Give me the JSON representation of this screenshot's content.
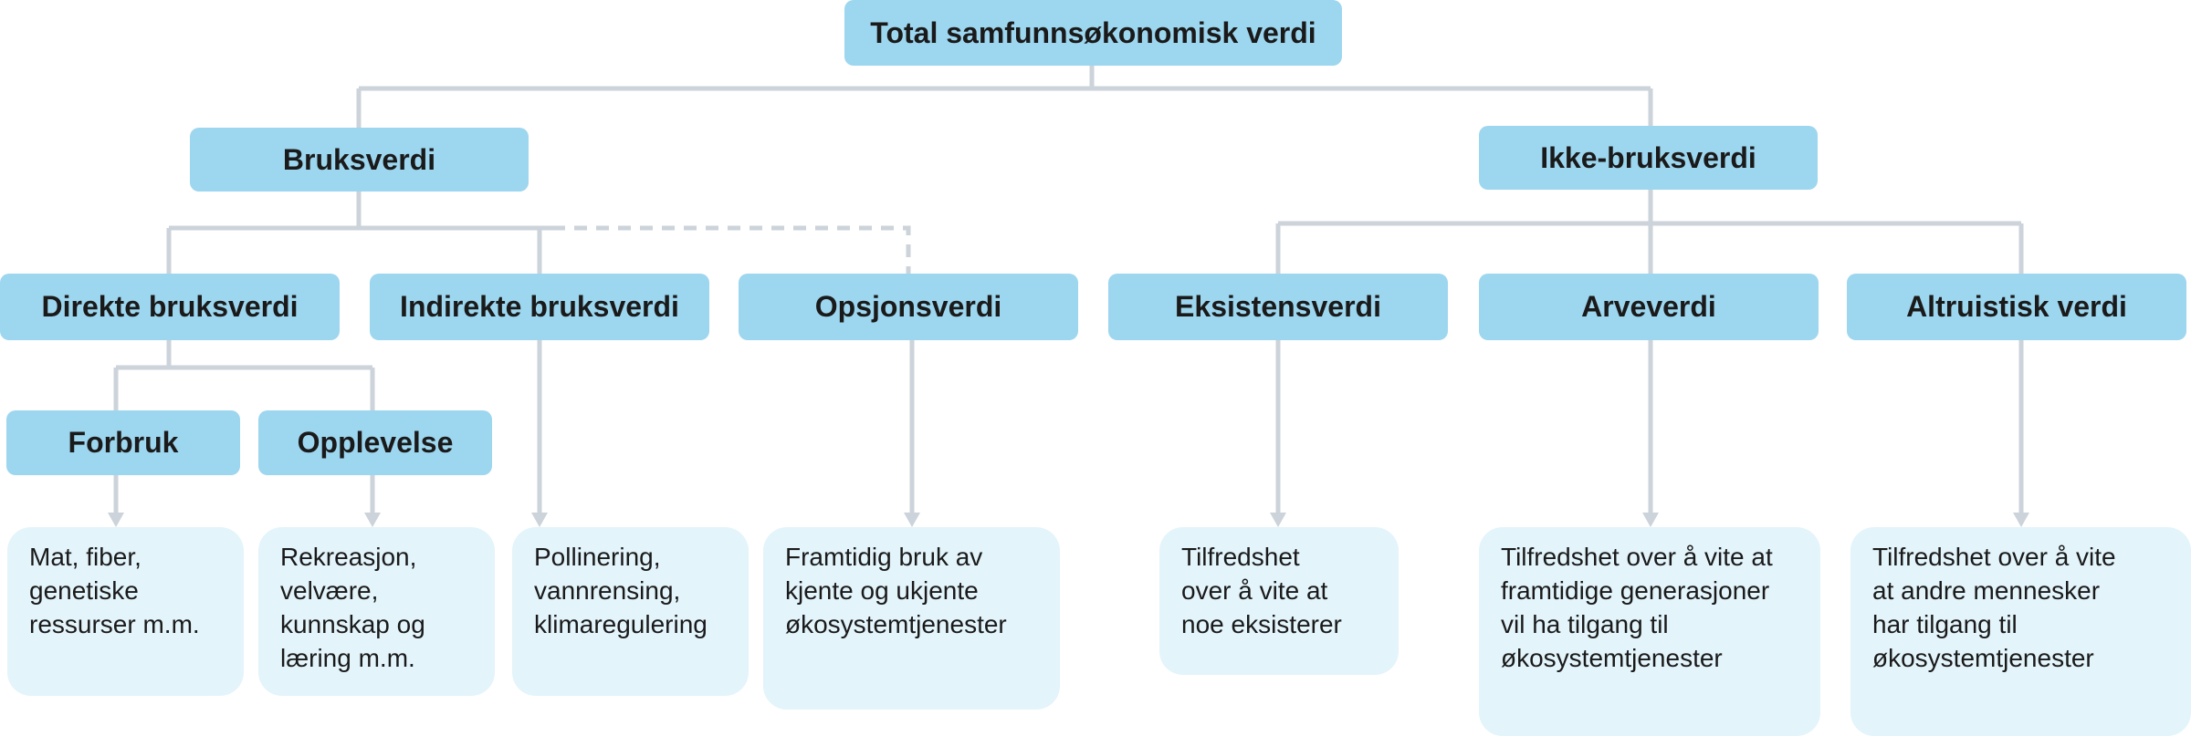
{
  "diagram": {
    "root": "Total samfunnsøkonomisk verdi",
    "use_value": "Bruksverdi",
    "non_use_value": "Ikke-bruksverdi",
    "direct_use": "Direkte bruksverdi",
    "indirect_use": "Indirekte bruksverdi",
    "option_value": "Opsjonsverdi",
    "existence_value": "Eksistensverdi",
    "bequest_value": "Arveverdi",
    "altruistic_value": "Altruistisk verdi",
    "consumption": "Forbruk",
    "experience": "Opplevelse",
    "desc_consumption": [
      "Mat, fiber,",
      "genetiske",
      "ressurser m.m."
    ],
    "desc_experience": [
      "Rekreasjon,",
      "velvære,",
      "kunnskap og",
      "læring m.m."
    ],
    "desc_indirect": [
      "Pollinering,",
      "vannrensing,",
      "klimaregulering"
    ],
    "desc_option": [
      "Framtidig bruk av",
      "kjente og ukjente",
      "økosystemtjenester"
    ],
    "desc_existence": [
      "Tilfredshet",
      "over å vite at",
      "noe eksisterer"
    ],
    "desc_bequest": [
      "Tilfredshet over å vite at",
      "framtidige generasjoner",
      "vil ha tilgang til",
      "økosystemtjenester"
    ],
    "desc_altruistic": [
      "Tilfredshet over å vite",
      "at andre mennesker",
      "har tilgang til",
      "økosystemtjenester"
    ]
  },
  "colors": {
    "node_fill": "#9dd6ef",
    "desc_fill": "#e3f4fb",
    "connector": "#ccd3da",
    "text": "#1a1a1a"
  }
}
